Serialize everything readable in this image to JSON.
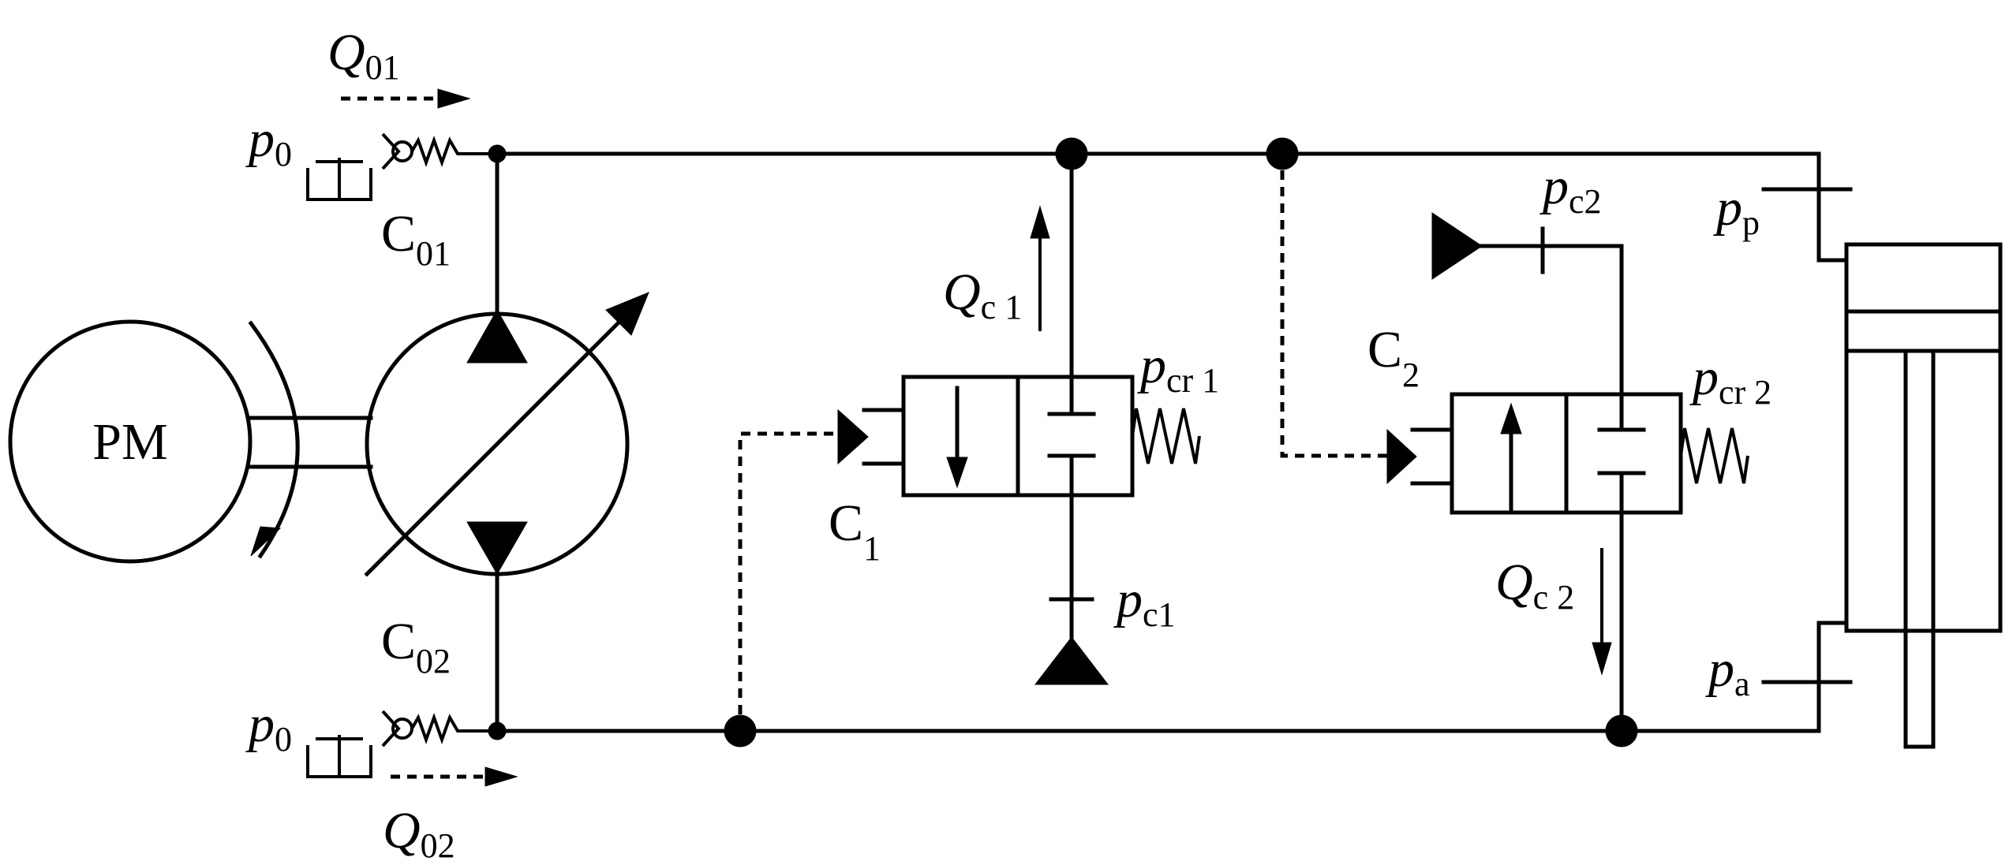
{
  "labels": {
    "Q01": {
      "main": "Q",
      "sub": "01"
    },
    "Q02": {
      "main": "Q",
      "sub": "02"
    },
    "p0_top": {
      "main": "p",
      "sub": "0"
    },
    "p0_bot": {
      "main": "p",
      "sub": "0"
    },
    "C01": {
      "main": "C",
      "sub": "01"
    },
    "C02": {
      "main": "C",
      "sub": "02"
    },
    "PM": "PM",
    "Qc1": {
      "main": "Q",
      "sub": "c 1"
    },
    "pcr1": {
      "main": "p",
      "sub": "cr 1"
    },
    "C1": {
      "main": "C",
      "sub": "1"
    },
    "pc1": {
      "main": "p",
      "sub": "c1"
    },
    "pc2": {
      "main": "p",
      "sub": "c2"
    },
    "C2": {
      "main": "C",
      "sub": "2"
    },
    "pcr2": {
      "main": "p",
      "sub": "cr 2"
    },
    "Qc2": {
      "main": "Q",
      "sub": "c 2"
    },
    "pp": {
      "main": "p",
      "sub": "p"
    },
    "pa": {
      "main": "p",
      "sub": "a"
    }
  },
  "colors": {
    "stroke": "#000000",
    "background": "#ffffff"
  }
}
